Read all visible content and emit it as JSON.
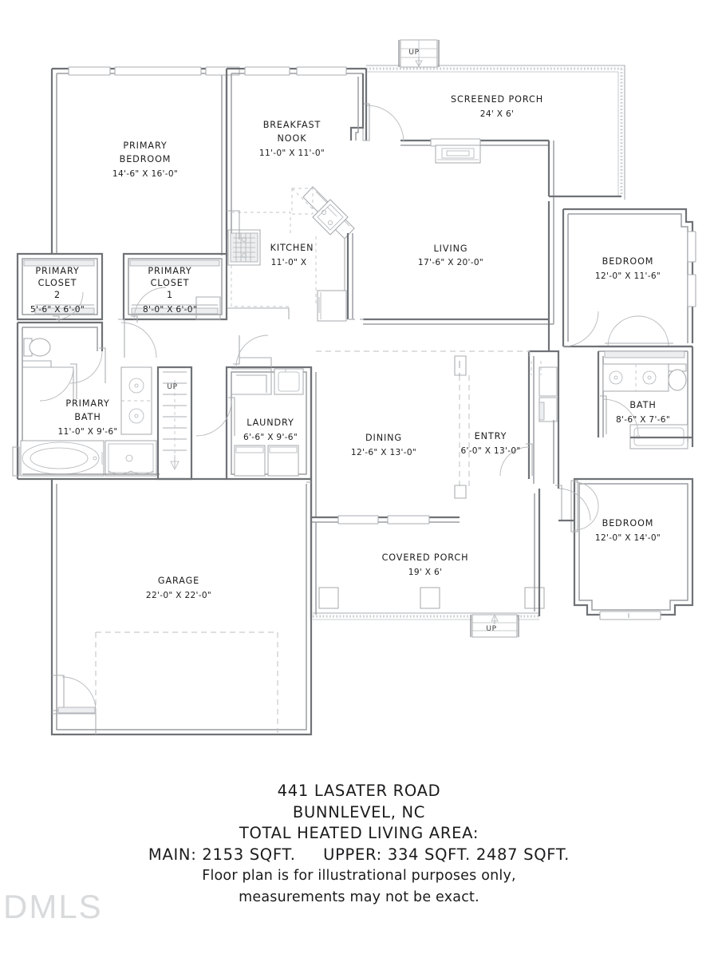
{
  "document": {
    "type": "residential-floor-plan",
    "watermark": "DMLS"
  },
  "caption": {
    "address": "441 LASATER ROAD",
    "city_state": "BUNNLEVEL, NC",
    "area_heading": "TOTAL HEATED LIVING AREA:",
    "area_breakdown": "MAIN: 2153 SQFT.     UPPER: 334 SQFT. 2487 SQFT.",
    "disclaimer_line1": "Floor plan is for illustrational purposes only,",
    "disclaimer_line2": "measurements may not be exact."
  },
  "rooms": {
    "primary_bedroom": {
      "name_line1": "PRIMARY",
      "name_line2": "BEDROOM",
      "dimensions": "14'-6\" X 16'-0\""
    },
    "breakfast_nook": {
      "name_line1": "BREAKFAST",
      "name_line2": "NOOK",
      "dimensions": "11'-0\" X 11'-0\""
    },
    "screened_porch": {
      "name": "SCREENED PORCH",
      "dimensions": "24' X 6'"
    },
    "kitchen": {
      "name": "KITCHEN",
      "dimensions": "11'-0\" X"
    },
    "living": {
      "name": "LIVING",
      "dimensions": "17'-6\" X 20'-0\""
    },
    "bedroom_2": {
      "name": "BEDROOM",
      "dimensions": "12'-0\" X 11'-6\""
    },
    "bedroom_3": {
      "name": "BEDROOM",
      "dimensions": "12'-0\" X 14'-0\""
    },
    "bath": {
      "name": "BATH",
      "dimensions": "8'-6\" X 7'-6\""
    },
    "primary_closet_2": {
      "name_line1": "PRIMARY",
      "name_line2": "CLOSET",
      "number": "2",
      "dimensions": "5'-6\" X 6'-0\""
    },
    "primary_closet_1": {
      "name_line1": "PRIMARY",
      "name_line2": "CLOSET",
      "number": "1",
      "dimensions": "8'-0\" X 6'-0\""
    },
    "primary_bath": {
      "name_line1": "PRIMARY",
      "name_line2": "BATH",
      "dimensions": "11'-0\" X 9'-6\""
    },
    "laundry": {
      "name": "LAUNDRY",
      "dimensions": "6'-6\" X 9'-6\""
    },
    "dining": {
      "name": "DINING",
      "dimensions": "12'-6\" X 13'-0\""
    },
    "entry": {
      "name": "ENTRY",
      "dimensions": "6'-0\" X 13'-0\""
    },
    "garage": {
      "name": "GARAGE",
      "dimensions": "22'-0\" X 22'-0\""
    },
    "covered_porch": {
      "name": "COVERED PORCH",
      "dimensions": "19' X 6'"
    }
  },
  "stairs": {
    "top_label": "UP",
    "mid_label": "UP",
    "bottom_label": "UP"
  },
  "colors": {
    "wall_outer": "#6f7276",
    "wall_inner": "#9b9ea2",
    "fixture": "#a4a7ab",
    "text": "#1d1d1f",
    "watermark": "#d9dadc",
    "background": "#ffffff"
  }
}
